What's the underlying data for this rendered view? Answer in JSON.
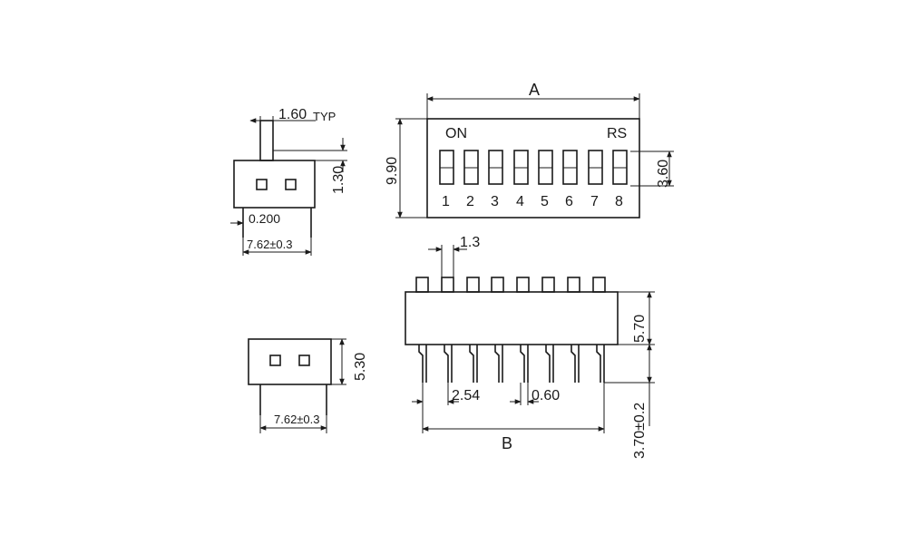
{
  "dims": {
    "pitch_16": "1.60",
    "typ": "TYP",
    "h_130": "1.30",
    "d_0200": "0.200",
    "w_762_top": "7.62±0.3",
    "h_530": "5.30",
    "w_762_bottom": "7.62±0.3",
    "a": "A",
    "h_990": "9.90",
    "h_360": "3.60",
    "w_13": "1.3",
    "h_570": "5.70",
    "p_254": "2.54",
    "p_060": "0.60",
    "h_370": "3.70±0.2",
    "b": "B"
  },
  "labels": {
    "on": "ON",
    "rs": "RS",
    "switch_numbers": [
      "1",
      "2",
      "3",
      "4",
      "5",
      "6",
      "7",
      "8"
    ]
  }
}
